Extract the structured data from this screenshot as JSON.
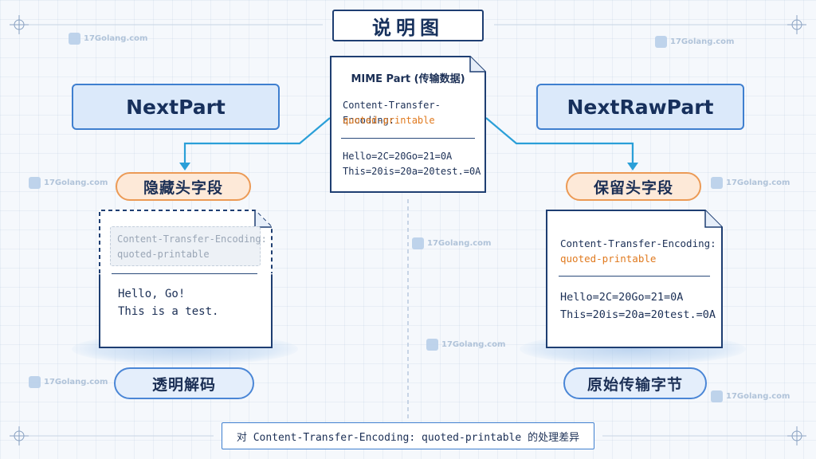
{
  "title": "说明图",
  "source": {
    "title": "MIME Part (传输数据)",
    "header_line1": "Content-Transfer-Encoding:",
    "header_line2": "quoted-printable",
    "body_line1": "Hello=2C=20Go=21=0A",
    "body_line2": "This=20is=20a=20test.=0A"
  },
  "left": {
    "title": "NextPart",
    "tag": "隐藏头字段",
    "doc_header_line1": "Content-Transfer-Encoding:",
    "doc_header_line2": "quoted-printable",
    "doc_body_line1": "Hello, Go!",
    "doc_body_line2": "This is a test.",
    "result": "透明解码"
  },
  "right": {
    "title": "NextRawPart",
    "tag": "保留头字段",
    "doc_header_line1": "Content-Transfer-Encoding:",
    "doc_header_line2": "quoted-printable",
    "doc_body_line1": "Hello=2C=20Go=21=0A",
    "doc_body_line2": "This=20is=20a=20test.=0A",
    "result": "原始传输字节"
  },
  "footer": "对 Content-Transfer-Encoding: quoted-printable 的处理差异",
  "watermark": "17Golang.com",
  "colors": {
    "navy": "#1e3e72",
    "accent_blue": "#3f7fcf",
    "arrow_blue": "#2a9fd8",
    "orange": "#e07a1f"
  }
}
